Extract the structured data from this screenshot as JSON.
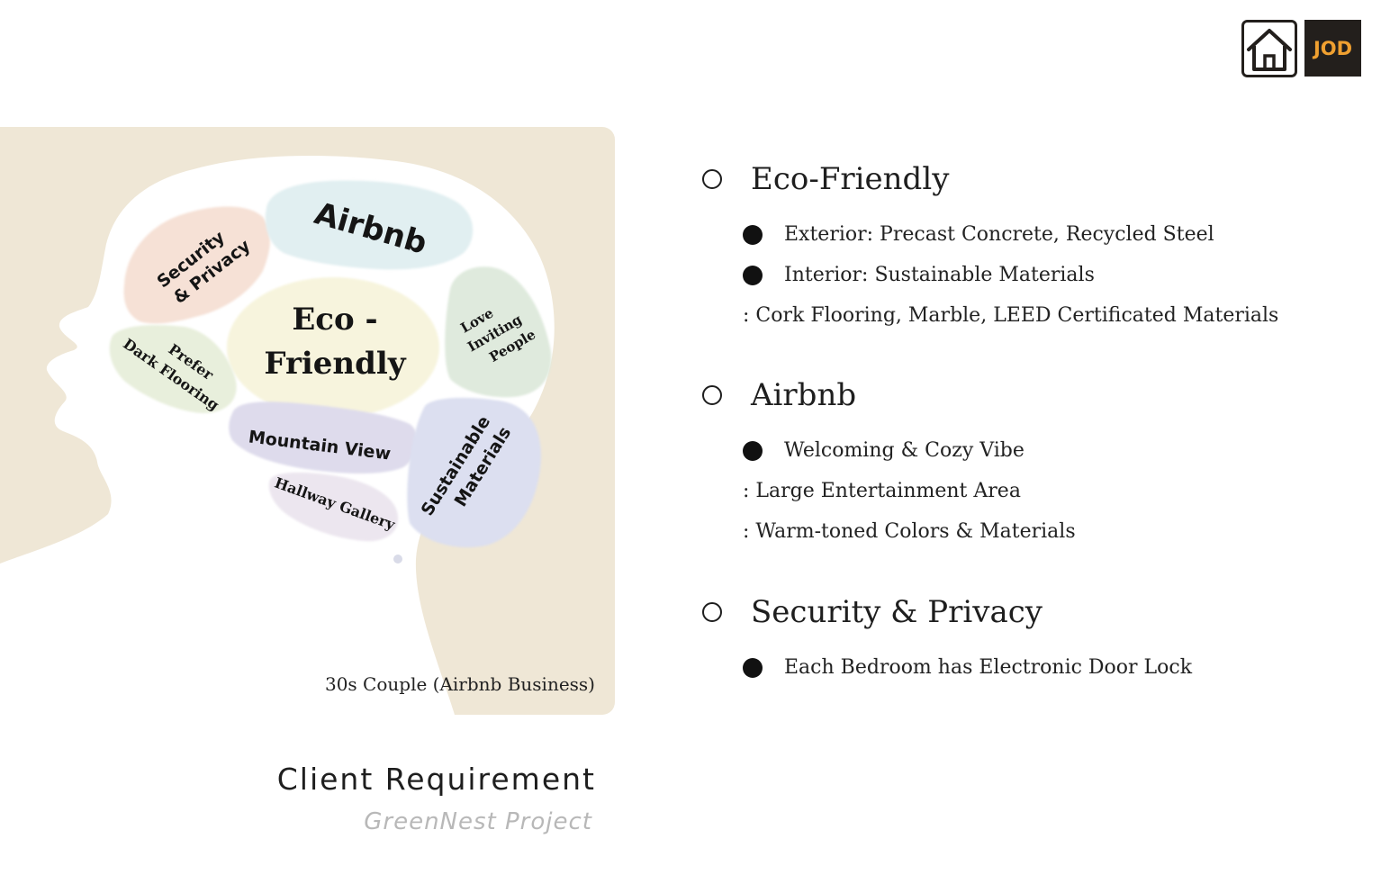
{
  "logo": {
    "text": "JOD",
    "text_color": "#f0a030",
    "box_color": "#231f1c",
    "icon": "house-icon"
  },
  "mindmap": {
    "caption": "30s Couple (Airbnb Business)",
    "panel_color": "#efe7d6",
    "regions": {
      "security": {
        "line1": "Security",
        "line2": "& Privacy",
        "color": "#f6e1d6"
      },
      "airbnb": {
        "line1": "Airbnb",
        "color": "#e1eff1"
      },
      "eco": {
        "line1": "Eco -",
        "line2": "Friendly",
        "color": "#f7f4dd"
      },
      "love": {
        "line1": "Love",
        "line2": "Inviting",
        "line3": "People",
        "color": "#dfeadd"
      },
      "prefer": {
        "line1": "Prefer",
        "line2": "Dark Flooring",
        "color": "#e8efdc"
      },
      "mountain": {
        "line1": "Mountain View",
        "color": "#dedbec"
      },
      "hallway": {
        "line1": "Hallway Gallery",
        "color": "#ece6ef"
      },
      "sustainable": {
        "line1": "Sustainable",
        "line2": "Materials",
        "color": "#dcdff0"
      }
    }
  },
  "page": {
    "title": "Client Requirement",
    "subtitle": "GreenNest Project"
  },
  "requirements": [
    {
      "title": "Eco-Friendly",
      "bullets": [
        "Exterior: Precast Concrete, Recycled Steel",
        "Interior: Sustainable Materials"
      ],
      "notes": [
        ": Cork Flooring, Marble, LEED Certificated Materials"
      ]
    },
    {
      "title": "Airbnb",
      "bullets": [
        "Welcoming & Cozy Vibe"
      ],
      "notes": [
        ": Large Entertainment Area",
        ": Warm-toned Colors & Materials"
      ]
    },
    {
      "title": "Security & Privacy",
      "bullets": [
        "Each Bedroom has Electronic Door Lock"
      ],
      "notes": []
    }
  ]
}
